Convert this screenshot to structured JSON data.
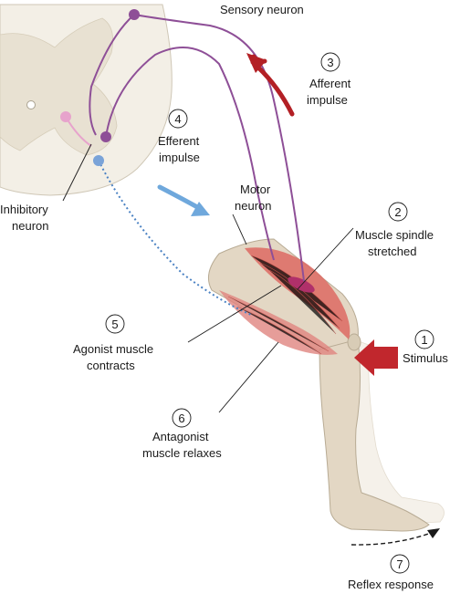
{
  "labels": {
    "sensory_neuron": "Sensory neuron",
    "afferent_line1": "Afferent",
    "afferent_line2": "impulse",
    "efferent_line1": "Efferent",
    "efferent_line2": "impulse",
    "motor_line1": "Motor",
    "motor_line2": "neuron",
    "spindle_line1": "Muscle spindle",
    "spindle_line2": "stretched",
    "inhibitory_line1": "Inhibitory",
    "inhibitory_line2": "neuron",
    "agonist_line1": "Agonist muscle",
    "agonist_line2": "contracts",
    "stimulus": "Stimulus",
    "antagonist_line1": "Antagonist",
    "antagonist_line2": "muscle relaxes",
    "reflex": "Reflex response"
  },
  "steps": {
    "s1": "1",
    "s2": "2",
    "s3": "3",
    "s4": "4",
    "s5": "5",
    "s6": "6",
    "s7": "7"
  },
  "colors": {
    "sensory": "#8e4f97",
    "inhibitory": "#e7a3cc",
    "motor_efferent": "#4b82c3",
    "afferent_arrow": "#b32025",
    "efferent_arrow": "#6fa8dc",
    "stimulus_arrow": "#c1272d",
    "muscle": "#d9544f",
    "skin": "#e3d7c4",
    "spinal_cord": "#f3efe6"
  }
}
